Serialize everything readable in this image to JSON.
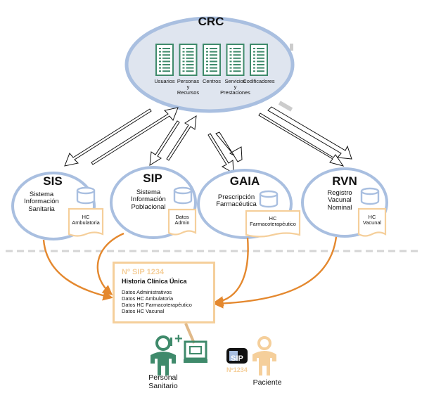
{
  "crc": {
    "title": "CRC",
    "tables": [
      {
        "label": "Usuarios"
      },
      {
        "label": "Personas\ny\nRecursos"
      },
      {
        "label": "Centros"
      },
      {
        "label": "Servicios\ny\nPrestaciones"
      },
      {
        "label": "Codificadores"
      }
    ]
  },
  "systems": [
    {
      "id": "sis",
      "title": "SIS",
      "description": "Sistema\nInformación\nSanitaria",
      "db_label": "HC\nAmbulatoria"
    },
    {
      "id": "sip",
      "title": "SIP",
      "description": "Sistema\nInformación\nPoblacional",
      "db_label": "Datos\nAdmin"
    },
    {
      "id": "gaia",
      "title": "GAIA",
      "description": "Prescripción\nFarmacéutica",
      "db_label": "HC\nFarmacoterapéutico"
    },
    {
      "id": "rvn",
      "title": "RVN",
      "description": "Registro\nVacunal\nNominal",
      "db_label": "HC\nVacunal"
    }
  ],
  "hcu": {
    "number": "Nº SIP 1234",
    "title": "Historia Clínica Única",
    "items": [
      "Datos Administrativos",
      "Datos HC Ambulatoria",
      "Datos HC Farmacoterapéutico",
      "Datos HC Vacunal"
    ]
  },
  "card": {
    "text": "SIP",
    "number": "Nº1234"
  },
  "personal": {
    "label": "Personal\nSanitario"
  },
  "paciente": {
    "label": "Paciente"
  },
  "colors": {
    "ellipse_stroke": "#a9bfe0",
    "crc_fill": "#dfe5ef",
    "teal": "#3f8a6b",
    "orange": "#e4882e",
    "peach": "#f5cf9b",
    "grey": "#cccccc"
  }
}
